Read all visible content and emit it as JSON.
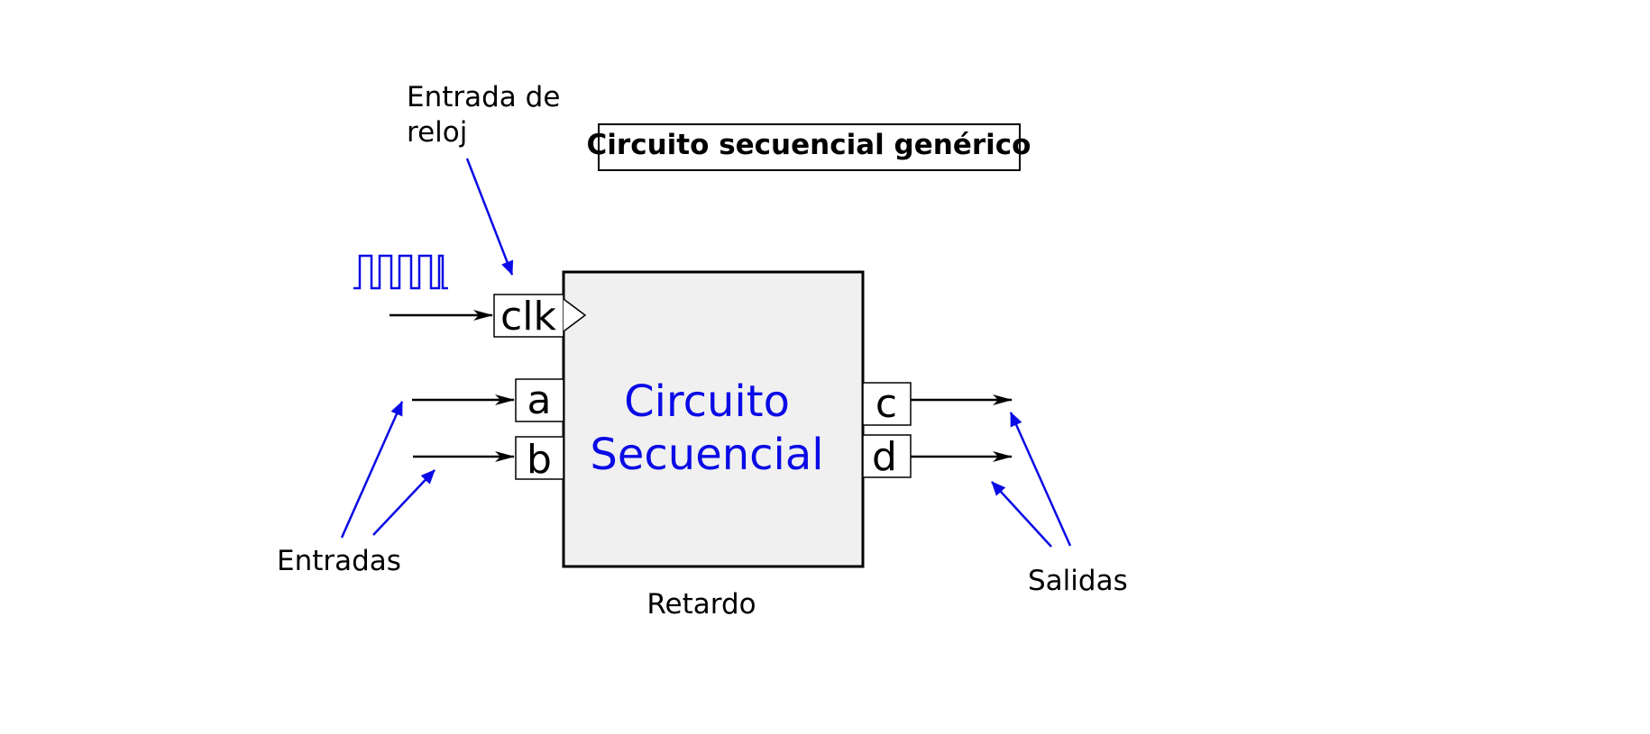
{
  "title": "Circuito secuencial genérico",
  "block": {
    "line1": "Circuito",
    "line2": "Secuencial",
    "delay_label": "Retardo",
    "fill_color": "#f0f0f0",
    "text_color": "#0a0ae6"
  },
  "ports": {
    "clk": "clk",
    "a": "a",
    "b": "b",
    "c": "c",
    "d": "d"
  },
  "annotations": {
    "clock_line1": "Entrada de",
    "clock_line2": "reloj",
    "inputs": "Entradas",
    "outputs": "Salidas"
  },
  "colors": {
    "annotation_arrow": "#0a0ae6",
    "signal": "#000000"
  }
}
